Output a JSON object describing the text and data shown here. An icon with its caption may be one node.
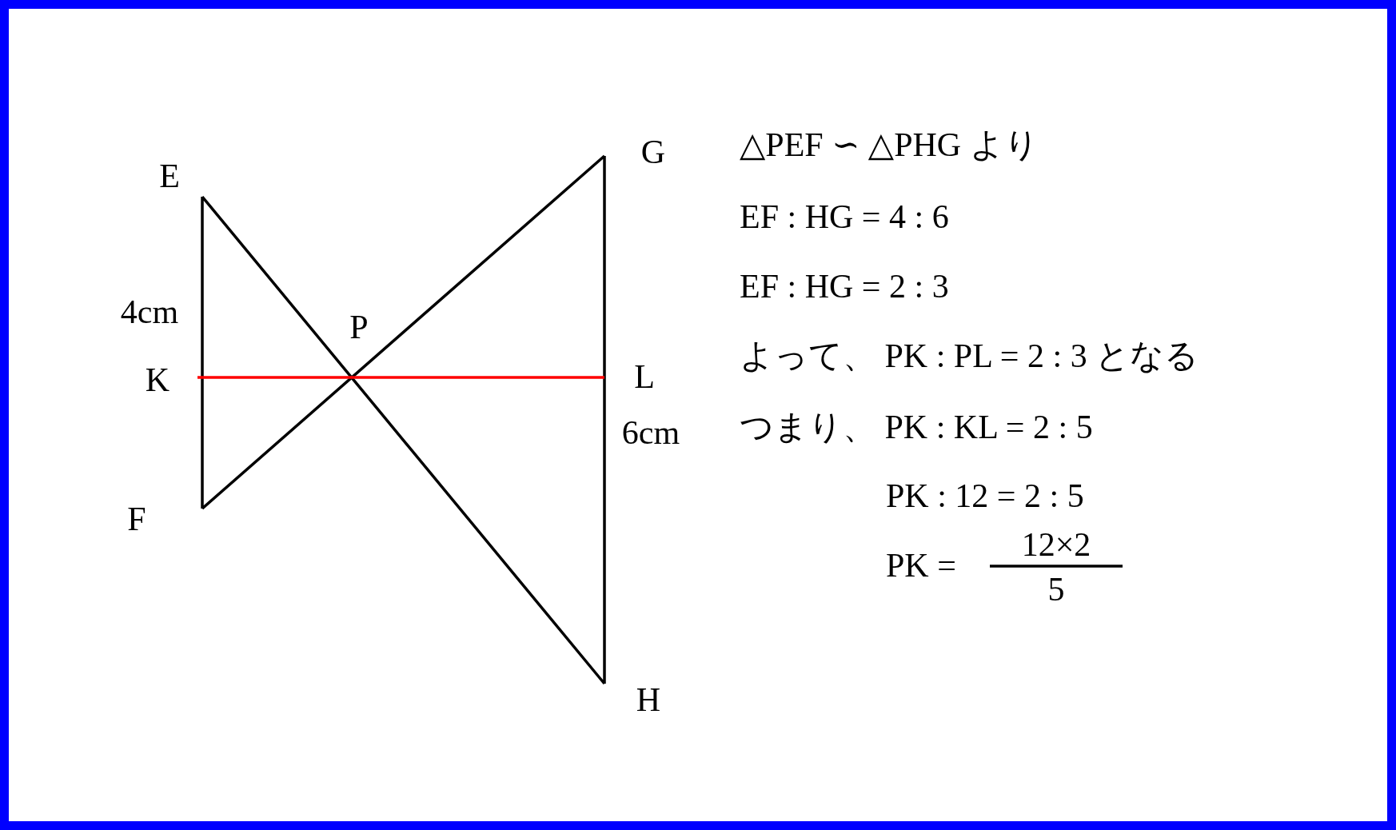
{
  "diagram": {
    "labels": [
      "E",
      "G",
      "4cm",
      "P",
      "K",
      "L",
      "6cm",
      "F",
      "H",
      "△PEF ∽ △PHG より",
      "EF : HG = 4 : 6",
      "EF : HG = 2 : 3",
      "よって、 PK : PL = 2 : 3 となる",
      "つまり、 PK : KL = 2 : 5",
      "PK : 12 = 2 : 5",
      "PK =",
      "12×2",
      "5"
    ]
  }
}
